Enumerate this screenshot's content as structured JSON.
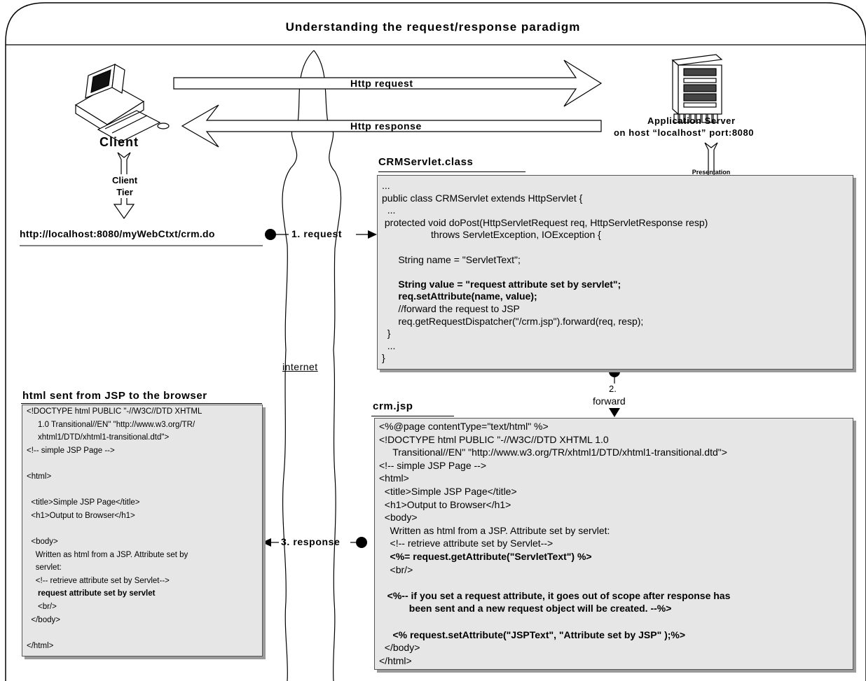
{
  "title": "Understanding the request/response paradigm",
  "client": {
    "label": "Client",
    "tier_label": "Client\nTier"
  },
  "server": {
    "label_line1": "Application Server",
    "label_line2": "on host “localhost” port:8080",
    "tier_label": "Presentation\nTier"
  },
  "arrows": {
    "request": "Http request",
    "response": "Http response"
  },
  "internet_label": "internet",
  "url": "http://localhost:8080/myWebCtxt/crm.do",
  "steps": {
    "request": "1. request",
    "forward_num": "2.",
    "forward": "forward",
    "response": "3. response"
  },
  "servlet": {
    "header": "CRMServlet.class",
    "lines": [
      {
        "text": "...",
        "bold": false
      },
      {
        "text": "public class CRMServlet extends HttpServlet {",
        "bold": false
      },
      {
        "text": "  ...",
        "bold": false
      },
      {
        "text": " protected void doPost(HttpServletRequest req, HttpServletResponse resp)",
        "bold": false
      },
      {
        "text": "                  throws ServletException, IOException {",
        "bold": false
      },
      {
        "text": "",
        "bold": false
      },
      {
        "text": "      String name = \"ServletText\";",
        "bold": false
      },
      {
        "text": "",
        "bold": false
      },
      {
        "text": "      String value = \"request attribute set by servlet\";",
        "bold": true
      },
      {
        "text": "      req.setAttribute(name, value);",
        "bold": true
      },
      {
        "text": "      //forward the request to JSP",
        "bold": false
      },
      {
        "text": "      req.getRequestDispatcher(\"/crm.jsp\").forward(req, resp);",
        "bold": false
      },
      {
        "text": "  }",
        "bold": false
      },
      {
        "text": "  ...",
        "bold": false
      },
      {
        "text": "}",
        "bold": false
      }
    ]
  },
  "jsp": {
    "header": "crm.jsp",
    "lines": [
      {
        "text": "<%@page contentType=\"text/html\" %>",
        "bold": false
      },
      {
        "text": "<!DOCTYPE html PUBLIC \"-//W3C//DTD XHTML 1.0",
        "bold": false
      },
      {
        "text": "     Transitional//EN\" \"http://www.w3.org/TR/xhtml1/DTD/xhtml1-transitional.dtd\">",
        "bold": false
      },
      {
        "text": "<!-- simple JSP Page -->",
        "bold": false
      },
      {
        "text": "<html>",
        "bold": false
      },
      {
        "text": "  <title>Simple JSP Page</title>",
        "bold": false
      },
      {
        "text": "  <h1>Output to Browser</h1>",
        "bold": false
      },
      {
        "text": "  <body>",
        "bold": false
      },
      {
        "text": "    Written as html from a JSP. Attribute set by servlet:",
        "bold": false
      },
      {
        "text": "    <!-- retrieve attribute set by Servlet-->",
        "bold": false
      },
      {
        "text": "    <%= request.getAttribute(\"ServletText\") %>",
        "bold": true
      },
      {
        "text": "    <br/>",
        "bold": false
      },
      {
        "text": "",
        "bold": false
      },
      {
        "text": "   <%-- if you set a request attribute, it goes out of scope after response has",
        "bold": true
      },
      {
        "text": "           been sent and a new request object will be created. --%>",
        "bold": true
      },
      {
        "text": "",
        "bold": false
      },
      {
        "text": "     <% request.setAttribute(\"JSPText\", \"Attribute set by JSP\" );%>",
        "bold": true
      },
      {
        "text": "  </body>",
        "bold": false
      },
      {
        "text": "</html>",
        "bold": false
      }
    ]
  },
  "html_out": {
    "header": "html sent from JSP to the browser",
    "lines": [
      {
        "text": "<!DOCTYPE html PUBLIC \"-//W3C//DTD XHTML",
        "bold": false
      },
      {
        "text": "     1.0 Transitional//EN\" \"http://www.w3.org/TR/",
        "bold": false
      },
      {
        "text": "     xhtml1/DTD/xhtml1-transitional.dtd\">",
        "bold": false
      },
      {
        "text": "<!-- simple JSP Page -->",
        "bold": false
      },
      {
        "text": "",
        "bold": false
      },
      {
        "text": "<html>",
        "bold": false
      },
      {
        "text": "",
        "bold": false
      },
      {
        "text": "  <title>Simple JSP Page</title>",
        "bold": false
      },
      {
        "text": "  <h1>Output to Browser</h1>",
        "bold": false
      },
      {
        "text": "",
        "bold": false
      },
      {
        "text": "  <body>",
        "bold": false
      },
      {
        "text": "    Written as html from a JSP. Attribute set by",
        "bold": false
      },
      {
        "text": "    servlet:",
        "bold": false
      },
      {
        "text": "    <!-- retrieve attribute set by Servlet-->",
        "bold": false
      },
      {
        "text": "     request attribute set by servlet",
        "bold": true
      },
      {
        "text": "     <br/>",
        "bold": false
      },
      {
        "text": "  </body>",
        "bold": false
      },
      {
        "text": "",
        "bold": false
      },
      {
        "text": "</html>",
        "bold": false
      }
    ]
  }
}
